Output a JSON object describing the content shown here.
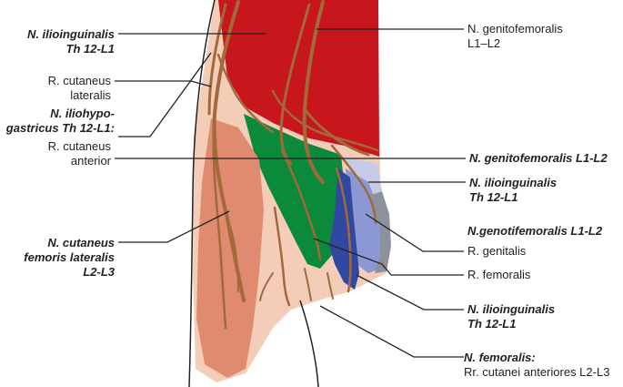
{
  "labels": {
    "ilioinguinalis_top": [
      "N. ilioinguinalis",
      "Th 12-L1"
    ],
    "cutaneus_lateralis": [
      "R. cutaneus",
      "lateralis"
    ],
    "iliohypogastricus": [
      "N. iliohypo-",
      "gastricus Th 12-L1:"
    ],
    "cutaneus_anterior": [
      "R. cutaneus",
      "anterior"
    ],
    "cutaneus_femoris": [
      "N. cutaneus",
      "femoris lateralis",
      "L2-L3"
    ],
    "genitofemoralis_top": [
      "N. genitofemoralis",
      "L1–L2"
    ],
    "genitofemoralis_mid": "N. genitofemoralis L1-L2",
    "ilioinguinalis_mid": [
      "N. ilioinguinalis",
      "Th 12-L1"
    ],
    "genotifemoralis": "N.genotifemoralis L1-L2",
    "r_genitalis": "R. genitalis",
    "r_femoralis": "R. femoralis",
    "ilioinguinalis_low": [
      "N. ilioinguinalis",
      "Th 12-L1"
    ],
    "femoralis": [
      "N. femoralis:",
      "Rr. cutanei anteriores L2-L3"
    ]
  },
  "colors": {
    "red_region": "#c8161d",
    "green_region": "#0a8a3a",
    "blue_dark": "#3148a0",
    "blue_light": "#8c98d4",
    "pale_blue": "#c7cbe8",
    "gray_region": "#8d919c",
    "skin_pale": "#f3cdb8",
    "salmon_region": "#e08a70",
    "nerve": "#a2693a",
    "leader_line": "#222222"
  }
}
